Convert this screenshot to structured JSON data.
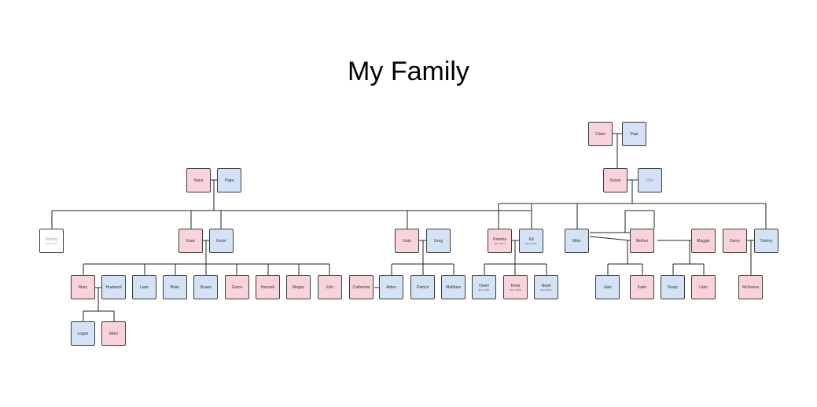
{
  "title": "My Family",
  "colors": {
    "female": "#f8d3da",
    "male": "#d3e2f4",
    "none": "#ffffff",
    "line": "#222222"
  },
  "people": {
    "claire": {
      "name": "Claire",
      "gender": "female"
    },
    "paul": {
      "name": "Paul",
      "gender": "male"
    },
    "nana": {
      "name": "Nana",
      "gender": "female"
    },
    "papa": {
      "name": "Papa",
      "gender": "male"
    },
    "susan": {
      "name": "Susan",
      "gender": "female"
    },
    "mike_sr": {
      "name": "Mike",
      "gender": "male",
      "faded": true
    },
    "tommy_1": {
      "name": "Tommy",
      "born": "Born 2011",
      "gender": "none",
      "faded": true
    },
    "kass": {
      "name": "Kass",
      "gender": "female"
    },
    "kevin": {
      "name": "Kevin",
      "gender": "male"
    },
    "kate": {
      "name": "Kate",
      "gender": "female"
    },
    "greg": {
      "name": "Greg",
      "gender": "male"
    },
    "pamela": {
      "name": "Pamela",
      "born": "Born 1977",
      "gender": "female"
    },
    "ed": {
      "name": "Ed",
      "born": "Born 1978",
      "gender": "male"
    },
    "mike": {
      "name": "Mike",
      "gender": "male"
    },
    "mother": {
      "name": "Mother",
      "gender": "female"
    },
    "maggie": {
      "name": "Maggie",
      "gender": "female"
    },
    "darcy": {
      "name": "Darcy",
      "gender": "female"
    },
    "tommy_2": {
      "name": "Tommy",
      "gender": "male"
    },
    "mary": {
      "name": "Mary",
      "gender": "female"
    },
    "husband": {
      "name": "Husband",
      "gender": "male"
    },
    "liam": {
      "name": "Liam",
      "gender": "male"
    },
    "brian": {
      "name": "Brian",
      "gender": "male"
    },
    "shawn": {
      "name": "Shawn",
      "gender": "male"
    },
    "grace": {
      "name": "Grace",
      "gender": "female"
    },
    "hannah": {
      "name": "Hannah",
      "gender": "female"
    },
    "megan": {
      "name": "Megan",
      "gender": "female"
    },
    "erin": {
      "name": "Erin",
      "gender": "female"
    },
    "catherine": {
      "name": "Catherine",
      "gender": "female"
    },
    "aiden": {
      "name": "Aiden",
      "gender": "male"
    },
    "patrick": {
      "name": "Patrick",
      "gender": "male"
    },
    "matthew": {
      "name": "Matthew",
      "gender": "male"
    },
    "owen": {
      "name": "Owen",
      "born": "Born 2007",
      "gender": "male"
    },
    "keira": {
      "name": "Keira",
      "born": "Born 2008",
      "gender": "female"
    },
    "noah": {
      "name": "Noah",
      "born": "Born 2015",
      "gender": "male"
    },
    "jake": {
      "name": "Jake",
      "gender": "male"
    },
    "katie": {
      "name": "Katie",
      "gender": "female"
    },
    "rusty": {
      "name": "Rusty",
      "gender": "male"
    },
    "lilah": {
      "name": "Lilah",
      "gender": "female"
    },
    "mckenna": {
      "name": "McKenna",
      "gender": "female"
    },
    "logan": {
      "name": "Logan",
      "gender": "male"
    },
    "ellen": {
      "name": "Ellen",
      "gender": "female"
    }
  }
}
